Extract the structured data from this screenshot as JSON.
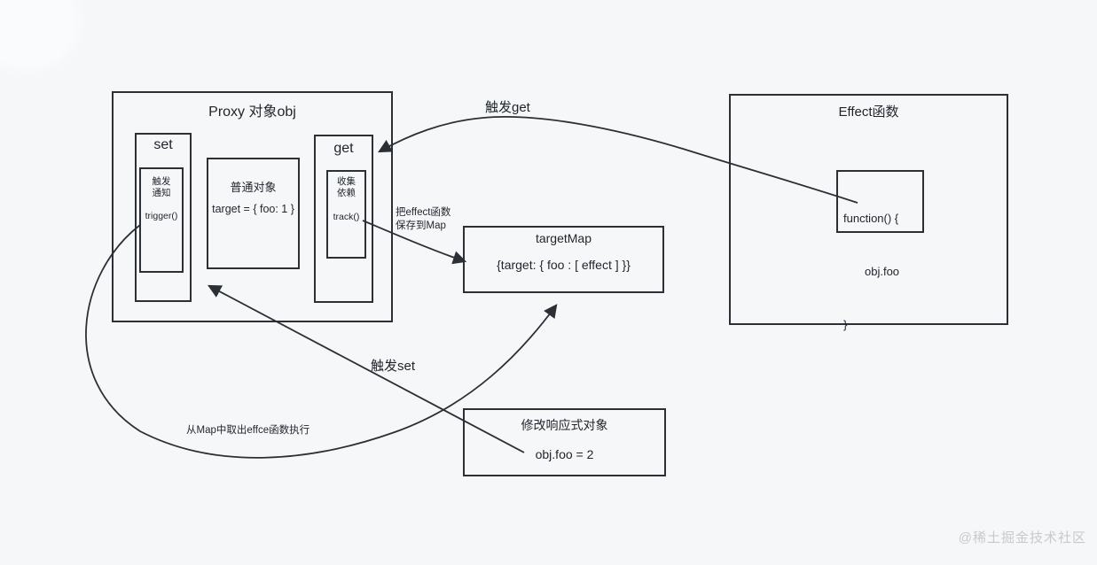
{
  "page": {
    "background": "#f6f7f9",
    "line_color": "#2b2f36",
    "text_color": "#1f242b",
    "watermark_color": "#c7c9ce"
  },
  "proxy": {
    "title": "Proxy 对象obj",
    "set": {
      "title": "set",
      "note_line1": "触发",
      "note_line2": "通知",
      "code": "trigger()"
    },
    "plain": {
      "title": "普通对象",
      "code": "target = { foo: 1 }"
    },
    "get": {
      "title": "get",
      "note_line1": "收集",
      "note_line2": "依赖",
      "code": "track()"
    }
  },
  "effect": {
    "title": "Effect函数",
    "code_open": "function() {",
    "code_body": "obj.foo",
    "code_close": "}"
  },
  "target_map": {
    "title": "targetMap",
    "content": "{target: { foo : [ effect ] }}"
  },
  "modify": {
    "title": "修改响应式对象",
    "code": "obj.foo = 2"
  },
  "arrows": {
    "trigger_get_label": "触发get",
    "save_effect_label_line1": "把effect函数",
    "save_effect_label_line2": "保存到Map",
    "trigger_set_label": "触发set",
    "fetch_exec_label": "从Map中取出effce函数执行"
  },
  "watermark": "@稀土掘金技术社区"
}
